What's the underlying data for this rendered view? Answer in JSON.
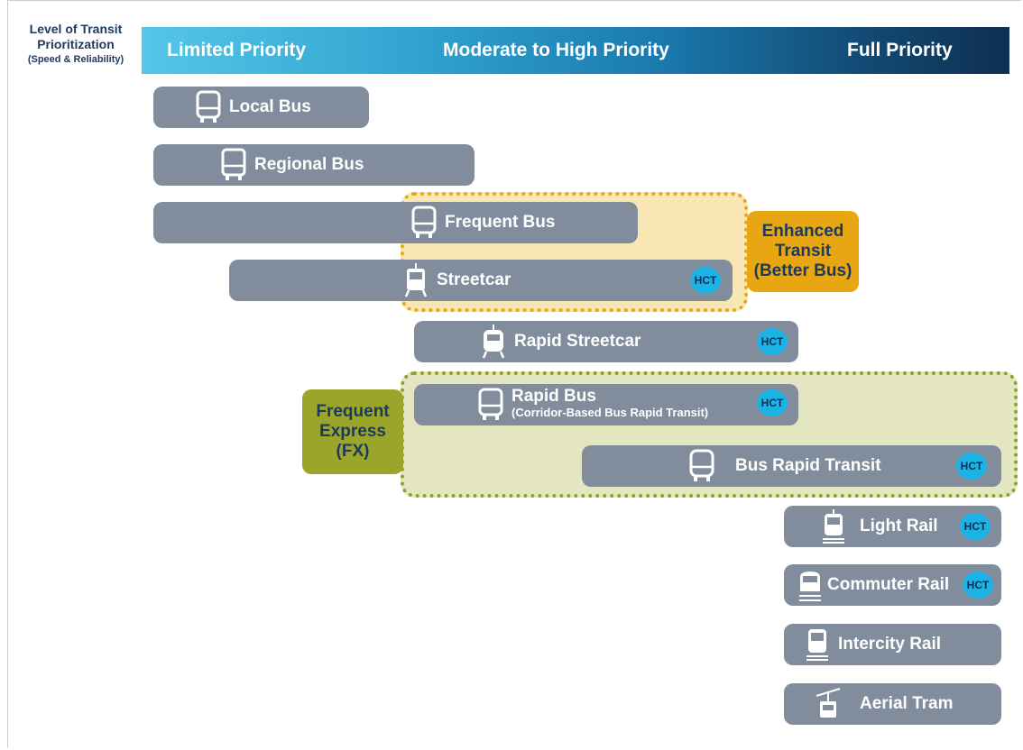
{
  "axis_title": {
    "line1": "Level of Transit",
    "line2": "Prioritization",
    "line3": "(Speed & Reliability)"
  },
  "priority_scale": {
    "low": "Limited Priority",
    "mid": "Moderate to High Priority",
    "high": "Full Priority",
    "gradient_colors": [
      "#55c6e8",
      "#1a79ad",
      "#0e2f52"
    ]
  },
  "groups": {
    "enhanced": {
      "line1": "Enhanced",
      "line2": "Transit",
      "line3": "(Better Bus)",
      "color": "#e7a612"
    },
    "fx": {
      "line1": "Frequent",
      "line2": "Express",
      "line3": "(FX)",
      "color": "#9ba52a"
    }
  },
  "badge_label": "HCT",
  "modes": [
    {
      "label": "Local Bus",
      "icon": "bus-icon",
      "hct": false
    },
    {
      "label": "Regional Bus",
      "icon": "bus-icon",
      "hct": false
    },
    {
      "label": "Frequent Bus",
      "icon": "bus-icon",
      "hct": false
    },
    {
      "label": "Streetcar",
      "icon": "streetcar-icon",
      "hct": true
    },
    {
      "label": "Rapid Streetcar",
      "icon": "streetcar-icon",
      "hct": true
    },
    {
      "label": "Rapid Bus",
      "sublabel": "(Corridor-Based Bus Rapid Transit)",
      "icon": "bus-icon",
      "hct": true
    },
    {
      "label": "Bus Rapid Transit",
      "icon": "bus-icon",
      "hct": true
    },
    {
      "label": "Light Rail",
      "icon": "train-icon",
      "hct": true
    },
    {
      "label": "Commuter Rail",
      "icon": "train-icon",
      "hct": true
    },
    {
      "label": "Intercity Rail",
      "icon": "train-icon",
      "hct": false
    },
    {
      "label": "Aerial Tram",
      "icon": "aerial-tram-icon",
      "hct": false
    }
  ],
  "colors": {
    "mode_bar": "#818d9c",
    "hct_badge": "#1bb3e5",
    "text_dark": "#1d3a5c"
  }
}
